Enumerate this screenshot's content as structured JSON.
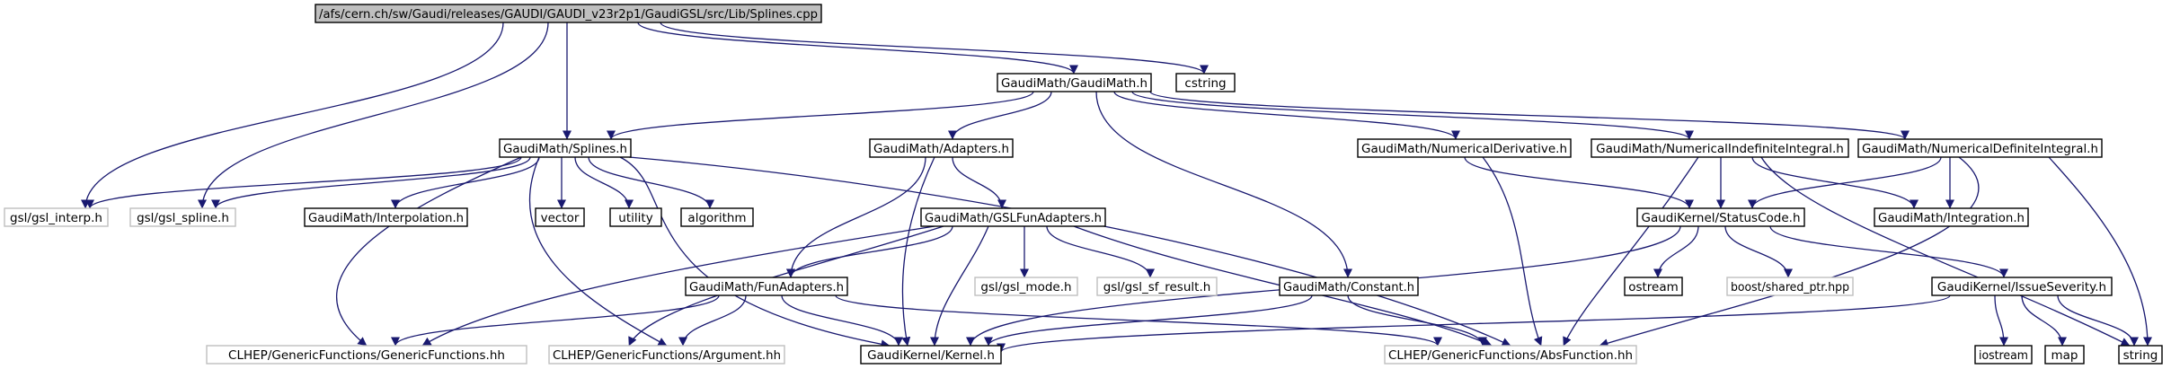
{
  "graph": {
    "title": "",
    "colors": {
      "edge": "#191970",
      "node_border": "#000000",
      "external_border": "#bfbfbf",
      "external_text": "#7f7f7f",
      "root_fill": "#bfbfbf",
      "node_fill": "#ffffff"
    },
    "nodes": [
      {
        "id": "root",
        "label": "/afs/cern.ch/sw/Gaudi/releases/GAUDI/GAUDI_v23r2p1/GaudiGSL/src/Lib/Splines.cpp",
        "kind": "root"
      },
      {
        "id": "gaudimath",
        "label": "GaudiMath/GaudiMath.h",
        "kind": "normal"
      },
      {
        "id": "cstring",
        "label": "cstring",
        "kind": "normal"
      },
      {
        "id": "splines",
        "label": "GaudiMath/Splines.h",
        "kind": "normal"
      },
      {
        "id": "adapters",
        "label": "GaudiMath/Adapters.h",
        "kind": "normal"
      },
      {
        "id": "numderiv",
        "label": "GaudiMath/NumericalDerivative.h",
        "kind": "normal"
      },
      {
        "id": "numindef",
        "label": "GaudiMath/NumericalIndefiniteIntegral.h",
        "kind": "normal"
      },
      {
        "id": "numdef",
        "label": "GaudiMath/NumericalDefiniteIntegral.h",
        "kind": "normal"
      },
      {
        "id": "gsl_interp",
        "label": "gsl/gsl_interp.h",
        "kind": "external"
      },
      {
        "id": "gsl_spline",
        "label": "gsl/gsl_spline.h",
        "kind": "external"
      },
      {
        "id": "interpolation",
        "label": "GaudiMath/Interpolation.h",
        "kind": "normal"
      },
      {
        "id": "vector",
        "label": "vector",
        "kind": "normal"
      },
      {
        "id": "utility",
        "label": "utility",
        "kind": "normal"
      },
      {
        "id": "algorithm",
        "label": "algorithm",
        "kind": "normal"
      },
      {
        "id": "gslfun",
        "label": "GaudiMath/GSLFunAdapters.h",
        "kind": "normal"
      },
      {
        "id": "statuscode",
        "label": "GaudiKernel/StatusCode.h",
        "kind": "normal"
      },
      {
        "id": "integration",
        "label": "GaudiMath/Integration.h",
        "kind": "normal"
      },
      {
        "id": "funadapters",
        "label": "GaudiMath/FunAdapters.h",
        "kind": "normal"
      },
      {
        "id": "gsl_mode",
        "label": "gsl/gsl_mode.h",
        "kind": "external"
      },
      {
        "id": "gsl_sf_result",
        "label": "gsl/gsl_sf_result.h",
        "kind": "external"
      },
      {
        "id": "constant",
        "label": "GaudiMath/Constant.h",
        "kind": "normal"
      },
      {
        "id": "ostream",
        "label": "ostream",
        "kind": "normal"
      },
      {
        "id": "shared_ptr",
        "label": "boost/shared_ptr.hpp",
        "kind": "external"
      },
      {
        "id": "issueseverity",
        "label": "GaudiKernel/IssueSeverity.h",
        "kind": "normal"
      },
      {
        "id": "genericfunctions",
        "label": "CLHEP/GenericFunctions/GenericFunctions.hh",
        "kind": "external"
      },
      {
        "id": "argument",
        "label": "CLHEP/GenericFunctions/Argument.hh",
        "kind": "external"
      },
      {
        "id": "kernel",
        "label": "GaudiKernel/Kernel.h",
        "kind": "normal"
      },
      {
        "id": "absfunction",
        "label": "CLHEP/GenericFunctions/AbsFunction.hh",
        "kind": "external"
      },
      {
        "id": "iostream",
        "label": "iostream",
        "kind": "normal"
      },
      {
        "id": "map",
        "label": "map",
        "kind": "normal"
      },
      {
        "id": "string",
        "label": "string",
        "kind": "normal"
      }
    ],
    "edges": [
      [
        "root",
        "gaudimath"
      ],
      [
        "root",
        "cstring"
      ],
      [
        "root",
        "splines"
      ],
      [
        "root",
        "gsl_interp"
      ],
      [
        "root",
        "gsl_spline"
      ],
      [
        "gaudimath",
        "splines"
      ],
      [
        "gaudimath",
        "adapters"
      ],
      [
        "gaudimath",
        "numderiv"
      ],
      [
        "gaudimath",
        "numindef"
      ],
      [
        "gaudimath",
        "numdef"
      ],
      [
        "gaudimath",
        "constant"
      ],
      [
        "splines",
        "gsl_interp"
      ],
      [
        "splines",
        "gsl_spline"
      ],
      [
        "splines",
        "interpolation"
      ],
      [
        "splines",
        "vector"
      ],
      [
        "splines",
        "utility"
      ],
      [
        "splines",
        "algorithm"
      ],
      [
        "splines",
        "genericfunctions"
      ],
      [
        "splines",
        "argument"
      ],
      [
        "splines",
        "kernel"
      ],
      [
        "splines",
        "absfunction"
      ],
      [
        "adapters",
        "gslfun"
      ],
      [
        "adapters",
        "funadapters"
      ],
      [
        "adapters",
        "kernel"
      ],
      [
        "numderiv",
        "statuscode"
      ],
      [
        "numderiv",
        "absfunction"
      ],
      [
        "numindef",
        "statuscode"
      ],
      [
        "numindef",
        "integration"
      ],
      [
        "numindef",
        "absfunction"
      ],
      [
        "numindef",
        "string"
      ],
      [
        "numdef",
        "statuscode"
      ],
      [
        "numdef",
        "integration"
      ],
      [
        "numdef",
        "absfunction"
      ],
      [
        "numdef",
        "string"
      ],
      [
        "gslfun",
        "funadapters"
      ],
      [
        "gslfun",
        "gsl_mode"
      ],
      [
        "gslfun",
        "gsl_sf_result"
      ],
      [
        "gslfun",
        "genericfunctions"
      ],
      [
        "gslfun",
        "argument"
      ],
      [
        "gslfun",
        "kernel"
      ],
      [
        "gslfun",
        "absfunction"
      ],
      [
        "funadapters",
        "genericfunctions"
      ],
      [
        "funadapters",
        "argument"
      ],
      [
        "funadapters",
        "kernel"
      ],
      [
        "funadapters",
        "absfunction"
      ],
      [
        "statuscode",
        "ostream"
      ],
      [
        "statuscode",
        "shared_ptr"
      ],
      [
        "statuscode",
        "issueseverity"
      ],
      [
        "statuscode",
        "kernel"
      ],
      [
        "constant",
        "kernel"
      ],
      [
        "constant",
        "absfunction"
      ],
      [
        "issueseverity",
        "kernel"
      ],
      [
        "issueseverity",
        "iostream"
      ],
      [
        "issueseverity",
        "map"
      ],
      [
        "issueseverity",
        "string"
      ]
    ]
  }
}
